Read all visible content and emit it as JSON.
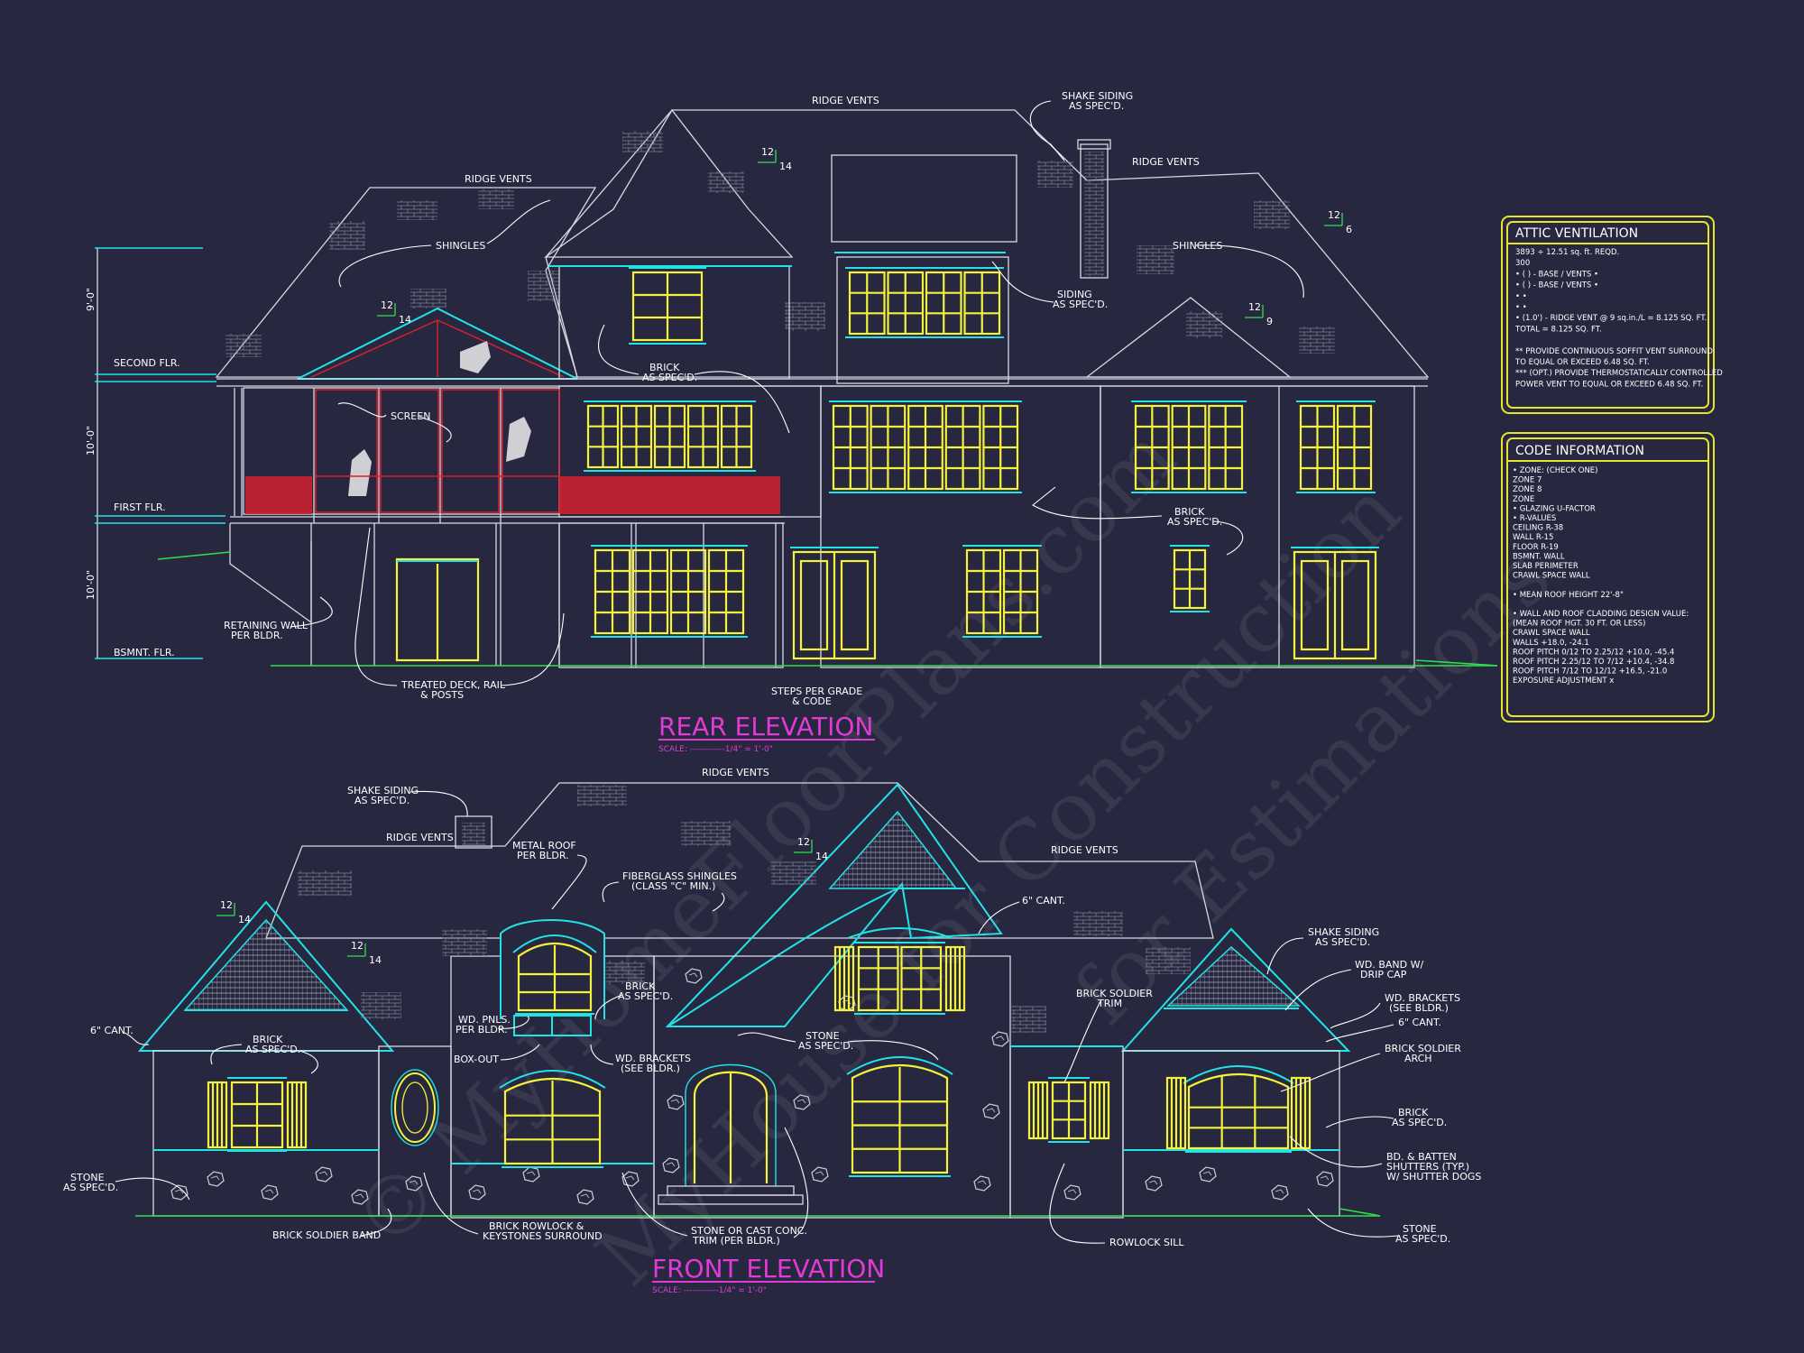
{
  "rear": {
    "title": "REAR ELEVATION",
    "scale": "SCALE: ------------1/4\" = 1'-0\"",
    "levels": [
      "SECOND FLR.",
      "FIRST FLR.",
      "BSMNT. FLR."
    ],
    "dims": [
      "9'-0\"",
      "10'-0\"",
      "10'-0\""
    ],
    "notes": {
      "ridge_vents_top": "RIDGE VENTS",
      "ridge_vents_left": "RIDGE VENTS",
      "ridge_vents_right": "RIDGE VENTS",
      "shake_siding_1": "SHAKE SIDING",
      "shake_siding_2": "AS SPEC'D.",
      "shingles_left": "SHINGLES",
      "shingles_right": "SHINGLES",
      "siding_1": "SIDING",
      "siding_2": "AS SPEC'D.",
      "brick_a1": "BRICK",
      "brick_a2": "AS SPEC'D.",
      "screen": "SCREEN",
      "brick_b1": "BRICK",
      "brick_b2": "AS SPEC'D.",
      "retaining_1": "RETAINING WALL",
      "retaining_2": "PER BLDR.",
      "deck_1": "TREATED DECK, RAIL",
      "deck_2": "& POSTS",
      "steps_1": "STEPS PER GRADE",
      "steps_2": "& CODE"
    },
    "pitches": [
      "12",
      "14",
      "12",
      "6",
      "12",
      "14",
      "12",
      "9"
    ]
  },
  "front": {
    "title": "FRONT ELEVATION",
    "scale": "SCALE: ------------1/4\" = 1'-0\"",
    "notes": {
      "shake_1": "SHAKE SIDING",
      "shake_2": "AS SPEC'D.",
      "ridge_top": "RIDGE VENTS",
      "ridge_left": "RIDGE VENTS",
      "ridge_right": "RIDGE VENTS",
      "metal_1": "METAL ROOF",
      "metal_2": "PER BLDR.",
      "fiber_1": "FIBERGLASS SHINGLES",
      "fiber_2": "(CLASS \"C\" MIN.)",
      "cant_a": "6\" CANT.",
      "cant_b": "6\" CANT.",
      "cant_c": "6\" CANT.",
      "brick_a1": "BRICK",
      "brick_a2": "AS SPEC'D.",
      "brick_b1": "BRICK",
      "brick_b2": "AS SPEC'D.",
      "wd_pnls_1": "WD. PNLS.",
      "wd_pnls_2": "PER BLDR.",
      "box_out": "BOX-OUT",
      "wd_brackets_1": "WD. BRACKETS",
      "wd_brackets_2": "(SEE BLDR.)",
      "stone_a1": "STONE",
      "stone_a2": "AS SPEC'D.",
      "soldier_trim_1": "BRICK SOLDIER",
      "soldier_trim_2": "TRIM",
      "shake_r1": "SHAKE SIDING",
      "shake_r2": "AS SPEC'D.",
      "wd_band_1": "WD. BAND W/",
      "wd_band_2": "DRIP CAP",
      "wd_brk_r1": "WD. BRACKETS",
      "wd_brk_r2": "(SEE BLDR.)",
      "soldier_arch_1": "BRICK SOLDIER",
      "soldier_arch_2": "ARCH",
      "brick_r1": "BRICK",
      "brick_r2": "AS SPEC'D.",
      "batten_1": "BD. & BATTEN",
      "batten_2": "SHUTTERS (TYP.)",
      "batten_3": "W/ SHUTTER DOGS",
      "stone_l1": "STONE",
      "stone_l2": "AS SPEC'D.",
      "soldier_band": "BRICK SOLDIER BAND",
      "rowlock_1": "BRICK ROWLOCK &",
      "rowlock_2": "KEYSTONES SURROUND",
      "cast_1": "STONE OR CAST CONC.",
      "cast_2": "TRIM (PER BLDR.)",
      "rowlock_sill": "ROWLOCK SILL",
      "stone_r1": "STONE",
      "stone_r2": "AS SPEC'D."
    },
    "pitches": [
      "12",
      "14",
      "12",
      "14",
      "12",
      "14"
    ]
  },
  "attic": {
    "title": "ATTIC VENTILATION",
    "lines": [
      "3893 ÷ 12.51 sq. ft. REQD.",
      "300",
      "• (  ) -        BASE   /   VENTS   •",
      "• (  ) -        BASE   /   VENTS   •",
      "•                                          •",
      "•                                          •",
      "• (1.0') - RIDGE VENT @ 9 sq.in./L = 8.125 SQ. FT.",
      "                                   TOTAL      = 8.125 SQ. FT.",
      "",
      "** PROVIDE CONTINUOUS SOFFIT VENT SURROUND",
      "   TO EQUAL OR EXCEED  6.48 SQ. FT.",
      "*** (OPT.) PROVIDE THERMOSTATICALLY CONTROLLED",
      "   POWER VENT TO EQUAL OR EXCEED 6.48 SQ. FT."
    ]
  },
  "code": {
    "title": "CODE INFORMATION",
    "lines": [
      "• ZONE: (CHECK ONE)",
      "       ZONE 7",
      "       ZONE 8",
      "       ZONE",
      "• GLAZING U-FACTOR",
      "• R-VALUES",
      "       CEILING              R-38",
      "       WALL                   R-15",
      "       FLOOR                 R-19",
      "       BSMNT. WALL",
      "       SLAB PERIMETER",
      "       CRAWL SPACE WALL",
      "",
      "• MEAN ROOF HEIGHT   22'-8\"",
      "",
      "• WALL AND ROOF CLADDING DESIGN VALUE:",
      "  (MEAN ROOF HGT. 30 FT. OR LESS)",
      "       CRAWL SPACE WALL",
      "       WALLS                         +18.0, -24.1",
      "       ROOF PITCH 0/12 TO 2.25/12   +10.0, -45.4",
      "       ROOF PITCH 2.25/12 TO 7/12   +10.4, -34.8",
      "       ROOF PITCH 7/12 TO 12/12     +16.5, -21.0",
      "       EXPOSURE ADJUSTMENT         x"
    ]
  },
  "watermark": [
    "© MyHomeFloorPlans.com",
    "MyHouse for Construction",
    "for Estimations"
  ],
  "colors": {
    "background": "#27283f",
    "lines": "#d9d9e0",
    "trim": "#21e3e6",
    "windows": "#f4f23a",
    "railing": "#d6212f",
    "titles": "#e13bd6",
    "grade": "#2ee04a",
    "panels": "#e8e42e"
  }
}
